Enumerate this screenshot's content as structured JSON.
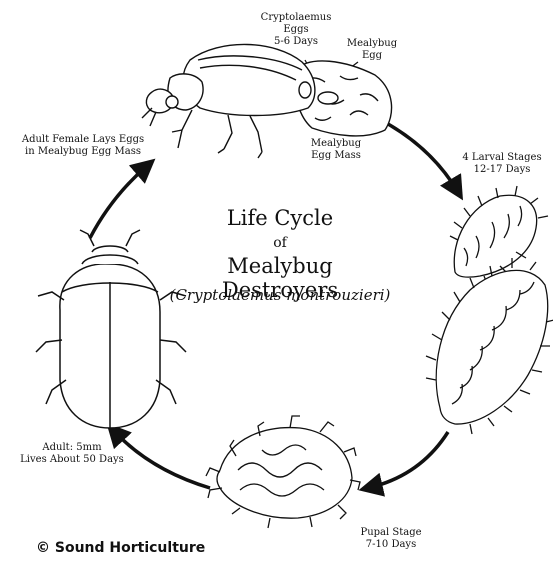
{
  "title": {
    "line1": "Life Cycle",
    "line2": "of",
    "line3": "Mealybug Destroyers",
    "line4": "(Cryptolaemus montrouzieri)"
  },
  "labels": {
    "crypto_eggs": [
      "Cryptolaemus",
      "Eggs",
      "5-6 Days"
    ],
    "mealybug_egg": [
      "Mealybug",
      "Egg"
    ],
    "mealybug_egg_mass": [
      "Mealybug",
      "Egg Mass"
    ],
    "larval": [
      "4 Larval Stages",
      "12-17 Days"
    ],
    "pupal": [
      "Pupal Stage",
      "7-10 Days"
    ],
    "adult": [
      "Adult: 5mm",
      "Lives About 50 Days"
    ],
    "female": [
      "Adult Female Lays Eggs",
      "in Mealybug Egg Mass"
    ]
  },
  "copyright": "© Sound Horticulture",
  "colors": {
    "ink": "#111111",
    "background": "#ffffff"
  }
}
